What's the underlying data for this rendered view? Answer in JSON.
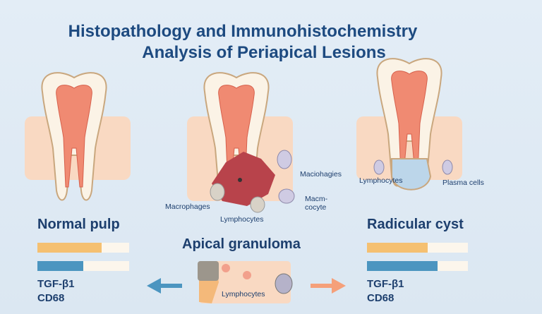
{
  "title": {
    "line1": "Histopathology and Immunohistochemistry",
    "line2": "Analysis of Periapical Lesions"
  },
  "panels": {
    "normal": {
      "heading": "Normal pulp",
      "markers": {
        "tgf": "TGF-β1",
        "cd68": "CD68"
      },
      "tgf_level": 0.7,
      "cd68_level": 0.5
    },
    "granuloma": {
      "heading": "Apical granuloma",
      "labels": {
        "maciohagies": "Maciohagies",
        "macm": "Macm-",
        "cocyte": "cocyte",
        "macrophages": "Macrophages",
        "lymphocytes": "Lymphocytes",
        "inset_lymphocytes": "Lymphocytes"
      }
    },
    "cyst": {
      "heading": "Radicular cyst",
      "labels": {
        "lymphocytes": "Lymphocytes",
        "plasma": "Plasma cells"
      },
      "markers": {
        "tgf": "TGF-β1",
        "cd68": "CD68"
      },
      "tgf_level": 0.6,
      "cd68_level": 0.7
    }
  },
  "colors": {
    "tgf": "#f5c071",
    "cd68": "#4b95c0",
    "arrow_left": "#4b95c0",
    "arrow_right": "#f5a07a"
  }
}
